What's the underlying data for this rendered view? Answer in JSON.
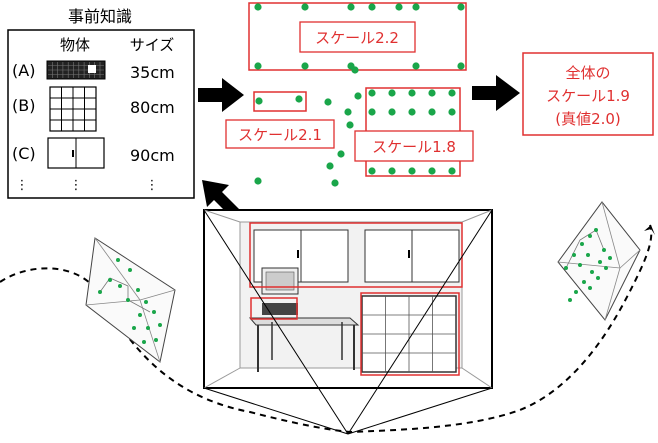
{
  "prior_knowledge": {
    "title": "事前知識",
    "col_object": "物体",
    "col_size": "サイズ",
    "rows": [
      {
        "label": "(A)",
        "size": "35cm"
      },
      {
        "label": "(B)",
        "size": "80cm"
      },
      {
        "label": "(C)",
        "size": "90cm"
      }
    ],
    "ellipsis": "⋮"
  },
  "scale_labels": {
    "s22": "スケール2.2",
    "s21": "スケール2.1",
    "s18": "スケール1.8"
  },
  "overall": {
    "line1": "全体の",
    "line2": "スケール1.9",
    "line3": "(真値2.0)"
  },
  "colors": {
    "point": "#1aa64a",
    "box": "#e03030",
    "text_red": "#e03030",
    "line": "#000000"
  }
}
